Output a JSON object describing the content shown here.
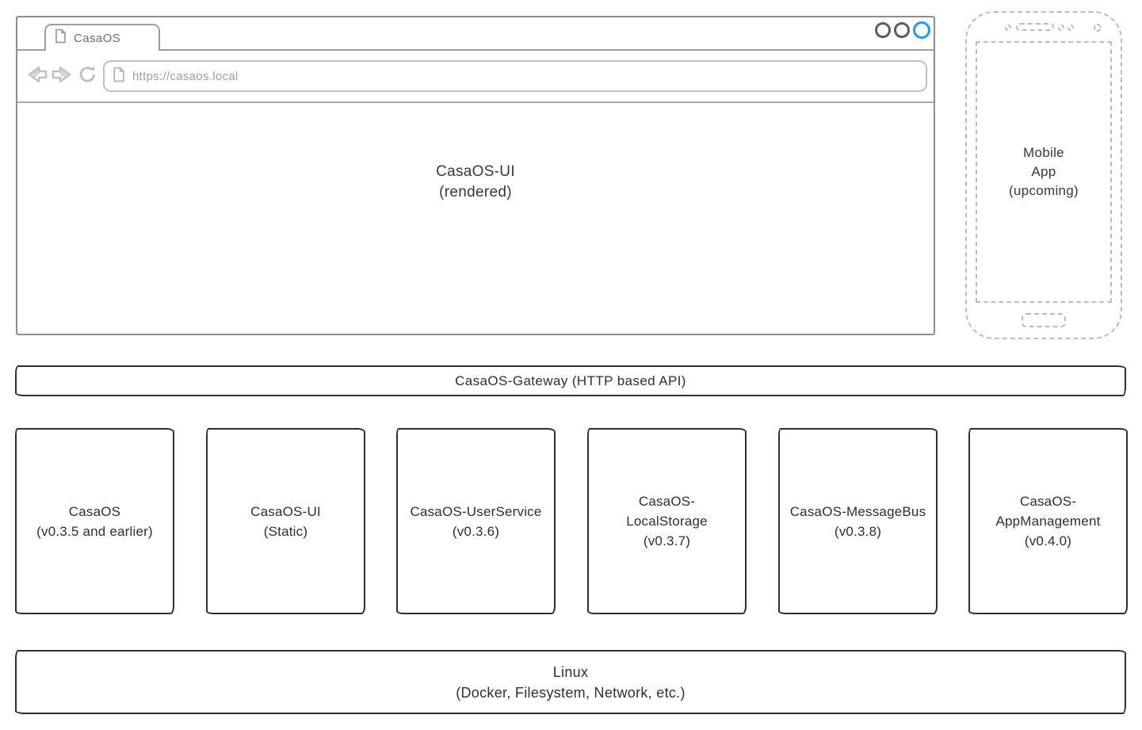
{
  "window": {
    "tab_title": "CasaOS",
    "url": "https://casaos.local",
    "content_line1": "CasaOS-UI",
    "content_line2": "(rendered)"
  },
  "mobile": {
    "line1": "Mobile",
    "line2": "App",
    "line3": "(upcoming)"
  },
  "gateway_label": "CasaOS-Gateway (HTTP based API)",
  "services": [
    {
      "lines": [
        "CasaOS",
        "(v0.3.5 and earlier)"
      ]
    },
    {
      "lines": [
        "CasaOS-UI",
        "(Static)"
      ]
    },
    {
      "lines": [
        "CasaOS-UserService",
        "(v0.3.6)"
      ]
    },
    {
      "lines": [
        "CasaOS-",
        "LocalStorage",
        "(v0.3.7)"
      ]
    },
    {
      "lines": [
        "CasaOS-MessageBus",
        "(v0.3.8)"
      ]
    },
    {
      "lines": [
        "CasaOS-",
        "AppManagement",
        "(v0.4.0)"
      ]
    }
  ],
  "os": {
    "line1": "Linux",
    "line2": "(Docker, Filesystem, Network, etc.)"
  },
  "icons": {
    "document-icon": "🗎",
    "back-arrow-icon": "⇦",
    "forward-arrow-icon": "⇨",
    "refresh-icon": "↻",
    "window-control-circle": "○"
  },
  "colors": {
    "accent_blue": "#1e9bf5",
    "frame_gray": "#8e8e8e",
    "toolbar_icon_gray": "#c0c0c0",
    "dashed_gray": "#bcbcbc",
    "sketch_dark": "#2f2f2f",
    "text_dark": "#383838"
  }
}
